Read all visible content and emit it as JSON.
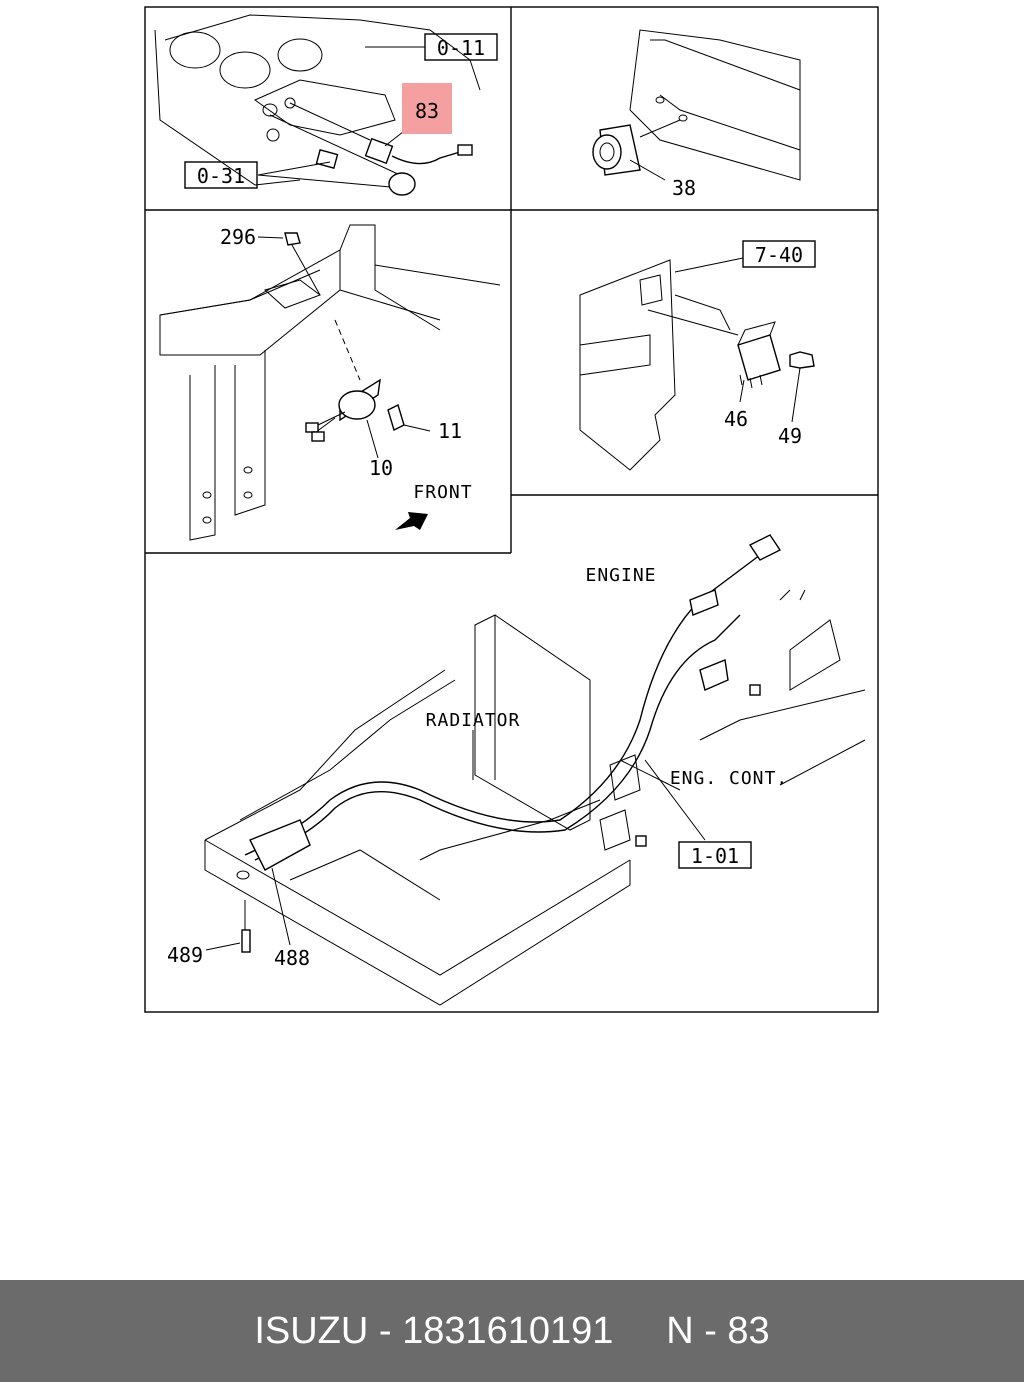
{
  "callouts": {
    "p1_ref_a": "0-11",
    "p1_ref_b": "0-31",
    "p1_part": "83",
    "p2_part": "38",
    "p3_part_a": "296",
    "p3_part_b": "11",
    "p3_part_c": "10",
    "p3_front": "FRONT",
    "p4_ref": "7-40",
    "p4_part_a": "46",
    "p4_part_b": "49",
    "p5_engine": "ENGINE",
    "p5_radiator": "RADIATOR",
    "p5_eng_cont": "ENG. CONT.",
    "p5_ref": "1-01",
    "p5_part_a": "489",
    "p5_part_b": "488"
  },
  "highlight_color": "#f4a0a0",
  "footer": {
    "brand": "ISUZU",
    "part_number": "1831610191",
    "ref": "N - 83",
    "text": "ISUZU - 1831610191     N - 83"
  },
  "colors": {
    "footer_bg": "#6b6b6b",
    "footer_text": "#ffffff"
  }
}
